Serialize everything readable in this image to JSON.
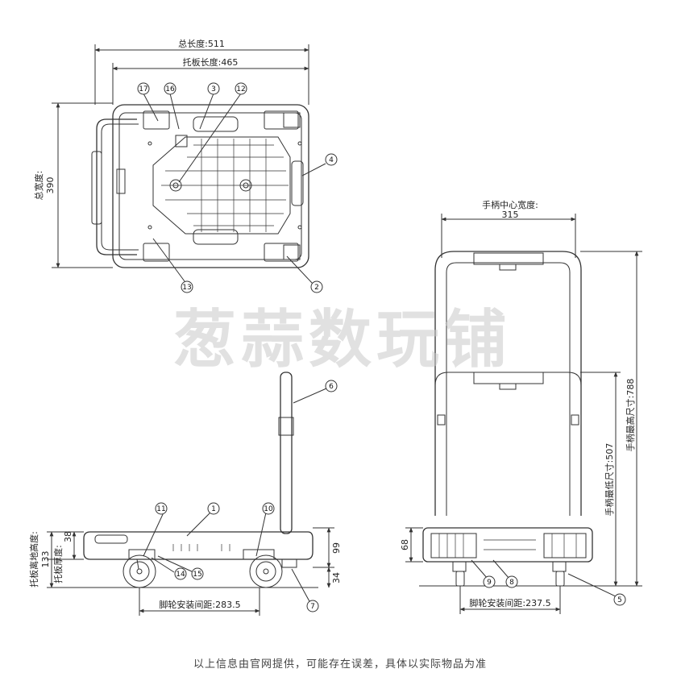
{
  "dimensions": {
    "overall_length": "总长度:511",
    "deck_length": "托板长度:465",
    "overall_width_label": "总宽度:",
    "overall_width_value": "390",
    "handle_center_width_label": "手柄中心宽度:",
    "handle_center_width_value": "315",
    "handle_max_height": "手柄最高尺寸:788",
    "handle_min_height": "手柄最低尺寸:507",
    "deck_ground_height_label": "托板离地高度:",
    "deck_ground_height_value": "133",
    "deck_thickness_label": "托板厚度:",
    "deck_thickness_value": "38",
    "side_99": "99",
    "side_34": "34",
    "front_68": "68",
    "caster_spacing_side": "脚轮安装间距:283.5",
    "caster_spacing_front": "脚轮安装间距:237.5"
  },
  "callouts": {
    "c1": "1",
    "c2": "2",
    "c3": "3",
    "c4": "4",
    "c5": "5",
    "c6": "6",
    "c7": "7",
    "c8": "8",
    "c9": "9",
    "c10": "10",
    "c11": "11",
    "c12": "12",
    "c13": "13",
    "c14": "14",
    "c15": "15",
    "c16": "16",
    "c17": "17"
  },
  "watermark": "葱蒜数玩铺",
  "footer": "以上信息由官网提供，可能存在误差，具体以实际物品为准",
  "colors": {
    "line": "#333333",
    "watermark": "#c9c9c9",
    "text": "#222222"
  }
}
